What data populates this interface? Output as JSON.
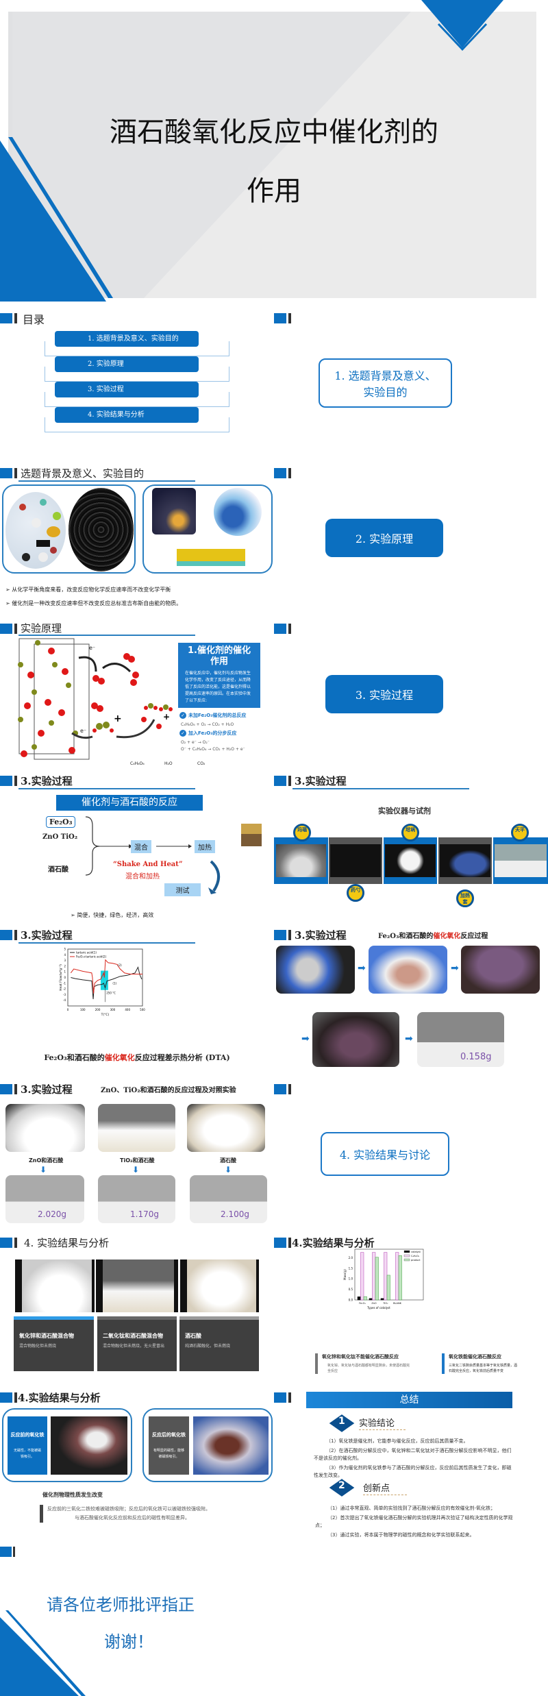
{
  "colors": {
    "brand": "#0b6fc0",
    "accent_red": "#d9261c",
    "dark": "#3f3f3f"
  },
  "title_slide": {
    "line1": "酒石酸氧化反应中催化剂的",
    "line2": "作用"
  },
  "toc": {
    "title": "目录",
    "items": [
      "1. 选题背景及意义、实验目的",
      "2. 实验原理",
      "3. 实验过程",
      "4. 实验结果与分析"
    ]
  },
  "section_slides": {
    "s1": "1. 选题背景及意义、实验目的",
    "s2": "2. 实验原理",
    "s3": "3. 实验过程",
    "s4": "4. 实验结果与讨论"
  },
  "background": {
    "title": "选题背景及意义、实验目的",
    "bullets": [
      "从化学平衡角度来看，改变反应物化学反应速率而不改变化学平衡",
      "催化剂是一种改变反应速率但不改变反应总标准吉布斯自由能的物质。"
    ]
  },
  "principle": {
    "title": "实验原理",
    "box_title": "1.催化剂的催化作用",
    "box_text": "在催化反应中，催化剂与反应物发生化学作用，改变了反应途径，从而降低了反应的活化能，这是催化剂得以提高反应速率的原因。在本实验中发了以下反应:",
    "check1": "未加Fe₂O₃催化剂的总反应",
    "eq1": "C₄H₆O₆ + O₂ → CO₂ + H₂O",
    "check2": "加入Fe₂O₃的分步反应",
    "eq2": "O₂ + e⁻ → O₂⁻",
    "eq3": "O⁻ + C₄H₆O₆ → CO₂ + H₂O + e⁻",
    "electron": "e⁻",
    "legend": [
      "C₄H₆O₆",
      "H₂O",
      "CO₂"
    ]
  },
  "process1": {
    "title": "3.实验过程",
    "banner": "催化剂与酒石酸的反应",
    "fe2o3": "Fe₂O₃",
    "others": "ZnO  TiO₂",
    "acid": "酒石酸",
    "mix": "混合",
    "heat": "加热",
    "test": "测试",
    "slogan_en": "“Shake And Heat”",
    "slogan_cn": "混合和加热",
    "bullet": "简便，快捷，绿色，经济，高效"
  },
  "process2": {
    "title": "3.实验过程",
    "subtitle": "实验仪器与试剂",
    "badges": [
      "玛瑙",
      "药勺",
      "坩埚",
      "加热套",
      "天平"
    ]
  },
  "process3": {
    "title": "3.实验过程",
    "caption_a": "Fe₂O₃和酒石酸的",
    "caption_red": "催化氧化",
    "caption_b": "反应过程差示热分析 (DTA)"
  },
  "process4": {
    "title": "3.实验过程",
    "subtitle_a": "Fe₂O₃和酒石酸的",
    "subtitle_red": "催化氧化",
    "subtitle_b": "反应过程",
    "scale_reading": "0.158g"
  },
  "process5": {
    "title": "3.实验过程",
    "subtitle": "ZnO、TiO₂和酒石酸的反应过程及对照实验",
    "labels": [
      "ZnO和酒石酸",
      "TiO₂和酒石酸",
      "酒石酸"
    ],
    "readings": [
      "2.020g",
      "1.170g",
      "2.100g"
    ]
  },
  "results1": {
    "title": "4. 实验结果与分析",
    "cards": [
      {
        "head": "氧化锌和酒石酸混合物",
        "text": "混合物融化但未燃烧"
      },
      {
        "head": "二氧化钛和酒石酸混合物",
        "text": "混合物融化但未燃烧，无火星冒出"
      },
      {
        "head": "酒石酸",
        "text": "纯酒石酸融化，但未燃烧"
      }
    ]
  },
  "results2": {
    "title": "4.实验结果与分析",
    "notes": [
      {
        "head": "氧化锌和氧化钛不能催化酒石酸反应",
        "text": "氧化锌、氧化钛与酒石酸都有明显剩余，未使酒石酸完全反应"
      },
      {
        "head": "氧化铁能催化酒石酸反应",
        "text": "三氧化二铁剩余质量基本等于氧化铁质量，酒石酸完全反应，氧化铁前后质量不变"
      }
    ]
  },
  "results3": {
    "title": "4.实验结果与分析",
    "before_head": "反应前的氧化铁",
    "before_text": "无磁性，不能被磁铁吸引。",
    "after_head": "反应后的氧化铁",
    "after_text": "有明显的磁性，能够被磁铁吸引。",
    "conclusion_head": "催化剂物理性质发生改变",
    "conclusion_text1": "反应前的三氧化二铁较难被磁铁吸附；反应后的氧化铁可以被磁铁较强吸附。",
    "conclusion_text2": "与酒石酸催化氧化反应前和反应后的磁性有明显差异。"
  },
  "summary": {
    "title": "总结",
    "n1": "1",
    "h1": "实验结论",
    "c1": [
      "（1）氧化铁是催化剂，它能参与催化反应，反应前后其质量不变。",
      "（2）在酒石酸的分解反应中，氧化锌和二氧化钛对于酒石酸分解反应影响不明显，他们不是该反应的催化剂。",
      "（3）作为催化剂的氧化铁参与了酒石酸的分解反应，反应前后其性质发生了变化，即磁性发生改变。"
    ],
    "n2": "2",
    "h2": "创新点",
    "c2": [
      "（1）通过非常直观、简单的实验找到了酒石酸分解反应的有效催化剂-氧化铁；",
      "（2）首次提出了氧化铁催化酒石酸分解的实验机理并再次验证了结构决定性质的化学观点；",
      "（3）通过实验，将本属于物理学的磁性的概念和化学实验联系起来。"
    ]
  },
  "thanks": {
    "line1": "请各位老师批评指正",
    "line2": "谢谢！"
  },
  "chart_data": [
    {
      "type": "line",
      "xlabel": "T(°C)",
      "ylabel": "Heat Flow(w*g⁻¹)",
      "xlim": [
        0,
        500
      ],
      "ylim": [
        -5,
        5
      ],
      "xticks": [
        0,
        100,
        200,
        300,
        400,
        500
      ],
      "yticks": [
        -4,
        -3,
        -2,
        -1,
        0,
        1,
        2,
        3,
        4,
        5
      ],
      "legend": "top-left",
      "annotation": "250 °C",
      "series": [
        {
          "name": "tartaric acid(1)",
          "label": "(1)",
          "color": "#222222",
          "points": [
            [
              20,
              0
            ],
            [
              50,
              -0.2
            ],
            [
              100,
              -0.4
            ],
            [
              160,
              -0.6
            ],
            [
              170,
              -3.8
            ],
            [
              176,
              -1.6
            ],
            [
              200,
              -1.3
            ],
            [
              230,
              -1.2
            ],
            [
              240,
              -1.0
            ],
            [
              250,
              -1.8
            ],
            [
              262,
              -0.6
            ],
            [
              300,
              -0.3
            ],
            [
              350,
              0.2
            ],
            [
              400,
              0.4
            ],
            [
              450,
              0.8
            ],
            [
              470,
              1.8
            ],
            [
              482,
              0.5
            ],
            [
              495,
              -0.3
            ]
          ]
        },
        {
          "name": "Fe₂O₃+tartaric acid(2)",
          "label": "(2)",
          "color": "#d9261c",
          "points": [
            [
              20,
              0.8
            ],
            [
              40,
              1.5
            ],
            [
              100,
              1.1
            ],
            [
              160,
              0.8
            ],
            [
              165,
              0
            ],
            [
              172,
              -2.8
            ],
            [
              180,
              -1
            ],
            [
              200,
              -0.5
            ],
            [
              220,
              -0.3
            ],
            [
              240,
              0.8
            ],
            [
              245,
              0
            ],
            [
              252,
              3.1
            ],
            [
              270,
              2.6
            ],
            [
              300,
              2.5
            ],
            [
              330,
              2.3
            ],
            [
              350,
              1.5
            ],
            [
              380,
              0.8
            ],
            [
              420,
              0.6
            ],
            [
              500,
              0.6
            ]
          ]
        }
      ]
    },
    {
      "type": "bar",
      "xlabel": "Types of catalyst",
      "ylabel": "Mass(g)",
      "ylim": [
        0,
        2.4
      ],
      "yticks": [
        0,
        0.5,
        1.0,
        1.5,
        2.0
      ],
      "legend": "top-right",
      "categories": [
        "Fe₂O₃",
        "ZnO",
        "TiO₂",
        "BLANK"
      ],
      "series": [
        {
          "name": "catalyst",
          "color": "#111111",
          "values": [
            0.15,
            0.07,
            0.07,
            0
          ]
        },
        {
          "name": "C₄H₆O₆",
          "color": "#f3d8f3",
          "values": [
            2.25,
            2.25,
            2.25,
            2.25
          ]
        },
        {
          "name": "product",
          "color": "#bfe6bf",
          "values": [
            0.158,
            2.02,
            1.17,
            2.1
          ]
        }
      ]
    }
  ]
}
